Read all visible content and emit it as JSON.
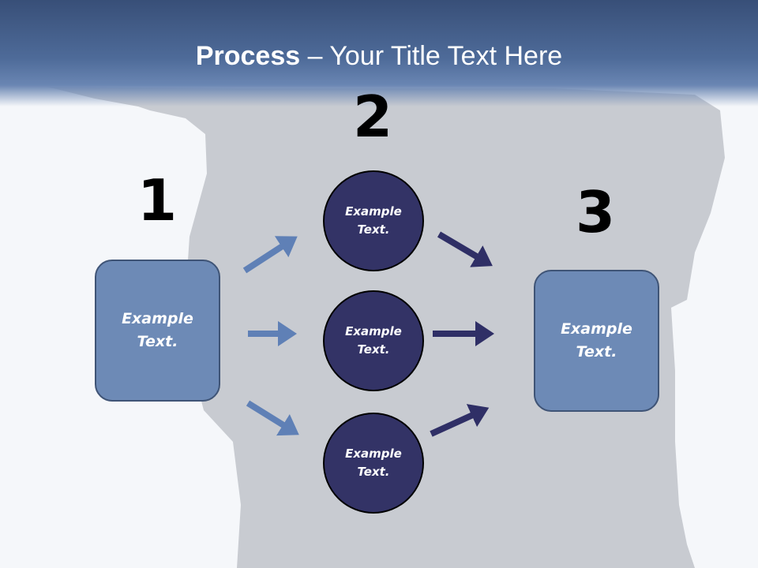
{
  "title": {
    "bold": "Process",
    "rest": " – Your Title Text Here"
  },
  "steps": [
    {
      "number": "1",
      "label_line1": "Example",
      "label_line2": "Text."
    },
    {
      "number": "2"
    },
    {
      "number": "3",
      "label_line1": "Example",
      "label_line2": "Text."
    }
  ],
  "circles": [
    {
      "line1": "Example",
      "line2": "Text."
    },
    {
      "line1": "Example",
      "line2": "Text."
    },
    {
      "line1": "Example",
      "line2": "Text."
    }
  ],
  "colors": {
    "header": "#3a5079",
    "box": "#6d8ab6",
    "circle": "#333366",
    "arrow_light": "#5f80b6",
    "arrow_dark": "#2f2f66"
  }
}
